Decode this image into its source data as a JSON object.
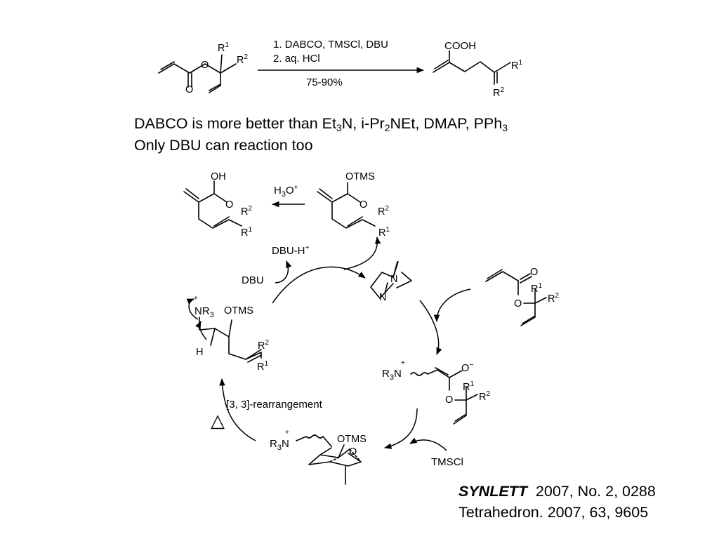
{
  "reaction": {
    "reagent_line1": "1. DABCO, TMSCl, DBU",
    "reagent_line2": "2. aq. HCl",
    "yield": "75-90%",
    "product_acid": "COOH"
  },
  "notes": {
    "line1_parts": [
      "DABCO is more better than Et",
      "3",
      "N, i-Pr",
      "2",
      "NEt, DMAP, PPh",
      "3"
    ],
    "line2": "Only DBU can reaction too"
  },
  "cycle": {
    "hydrolysis_reagent": "H3O+",
    "silyl_group": "OTMS",
    "acid_group": "OH",
    "protonated_base": "DBU-H+",
    "base": "DBU",
    "ammonium": "NR3",
    "enolate_ammonium": "R3N",
    "rearrangement": "[3, 3]-rearrangement",
    "silylating_agent": "TMSCl",
    "heat_symbol": "△"
  },
  "substituents": {
    "r1": "R1",
    "r2": "R2",
    "oxygen": "O",
    "oxide": "O−",
    "nitrogen": "N",
    "hydrogen": "H"
  },
  "reference": {
    "journal": "SYNLETT",
    "citation1": "2007, No. 2, 0288",
    "citation2": "Tetrahedron. 2007, 63, 9605"
  }
}
